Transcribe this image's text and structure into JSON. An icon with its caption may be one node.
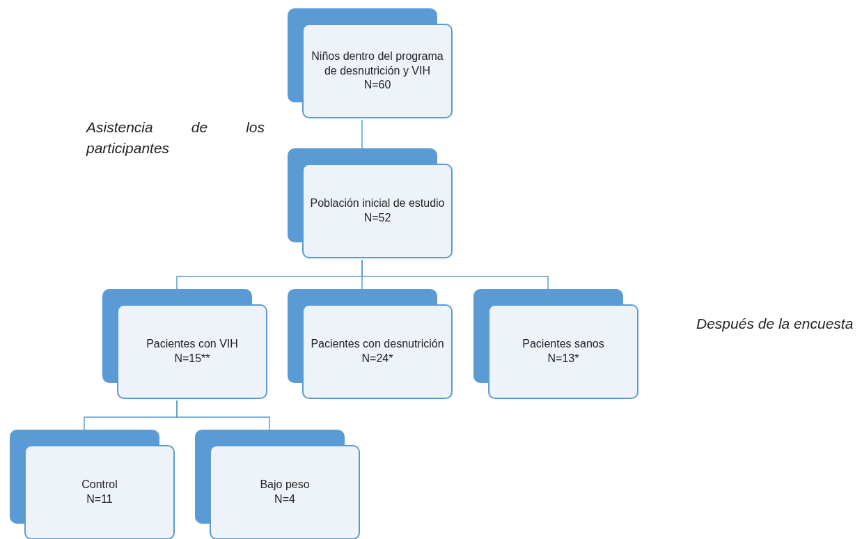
{
  "diagram": {
    "nodes": [
      {
        "text": [
          "Niños dentro del programa de desnutrición y VIH",
          "N=60"
        ]
      },
      {
        "text": [
          "Población inicial de estudio",
          "N=52"
        ]
      },
      {
        "text": [
          "Pacientes con VIH",
          "N=15**"
        ]
      },
      {
        "text": [
          "Pacientes con desnutrición",
          "N=24*"
        ]
      },
      {
        "text": [
          "Pacientes sanos",
          "N=13*"
        ]
      },
      {
        "text": [
          "Control",
          "N=11"
        ]
      },
      {
        "text": [
          "Bajo peso",
          "N=4"
        ]
      }
    ],
    "edges": [
      {
        "from": 0,
        "to": 1,
        "arrow": "none"
      },
      {
        "from": 1,
        "to": 2,
        "arrow": "none"
      },
      {
        "from": 1,
        "to": 3,
        "arrow": "none"
      },
      {
        "from": 1,
        "to": 4,
        "arrow": "none"
      },
      {
        "from": 2,
        "to": 5,
        "arrow": "none"
      },
      {
        "from": 2,
        "to": 6,
        "arrow": "none"
      }
    ],
    "labels": [
      "Asistencia de los participantes",
      "Después de la encuesta"
    ]
  }
}
